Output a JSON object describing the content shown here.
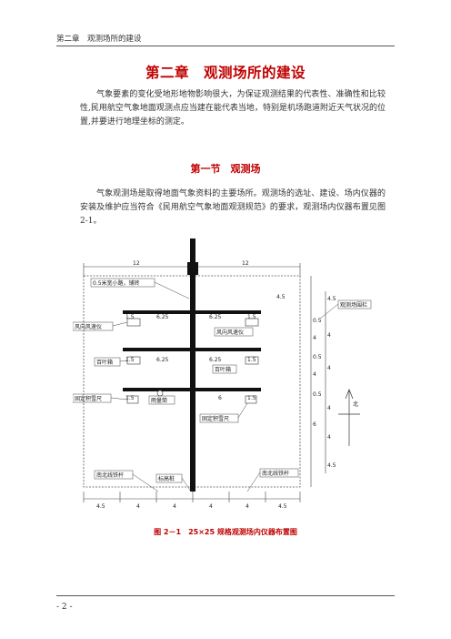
{
  "header": {
    "running_title": "第二章　观测场所的建设",
    "page_number": "- 2 -"
  },
  "chapter": {
    "title": "第二章　观测场所的建设"
  },
  "paragraphs": {
    "intro": "气象要素的变化受地形地物影响很大，为保证观测结果的代表性、准确性和比较性,民用航空气象地面观测点应当建在能代表当地，特别是机场跑道附近天气状况的位置,并要进行地理坐标的测定。",
    "section1": "气象观测场是取得地面气象资料的主要场所。观测场的选址、建设、场内仪器的安装及维护应当符合《民用航空气象地面观测规范》的要求，观测场内仪器布置见图 2-1。"
  },
  "section": {
    "title": "第一节　观测场"
  },
  "figure": {
    "caption": "图 2－1　25×25 规格观测场内仪器布置图",
    "labels": {
      "walkway": "0.5米宽小路，铺砖",
      "wind_sensor_left": "风向风速仪",
      "wind_sensor_mid": "风向风速仪",
      "louver_left": "百叶箱",
      "louver_right": "百叶箱",
      "snow_ruler_left": "固定积雪尺",
      "rain_gauge": "雨量筒",
      "snow_ruler_mid": "固定积雪尺",
      "fence": "观测场围栏",
      "north": "北",
      "ns_marker_left": "南北线铁杆",
      "benchmark": "标高桩",
      "ns_marker_right": "南北线铁杆"
    },
    "dims": {
      "top_left": "12",
      "top_right": "12",
      "r1": "1.5",
      "r2": "6.25",
      "r3": "6.25",
      "r4": "1.5",
      "r5": "1.5",
      "r6": "6.25",
      "r7": "6.25",
      "r8": "1.5",
      "r9": "1.5",
      "r10": "6",
      "r11": "1.5",
      "right_45a": "4.5",
      "right_45b": "4.5",
      "right_05a": "0.5",
      "right_4a": "4",
      "right_05b": "0.5",
      "right_4b": "4",
      "right_05c": "0.5",
      "right_4c": "4",
      "right_4d": "4",
      "right_45c": "4.5",
      "right_4e": "4",
      "right_4f": "4",
      "right_6": "6",
      "b1": "4.5",
      "b2": "4",
      "b3": "4",
      "b4": "4",
      "b5": "4",
      "b6": "4.5"
    }
  }
}
